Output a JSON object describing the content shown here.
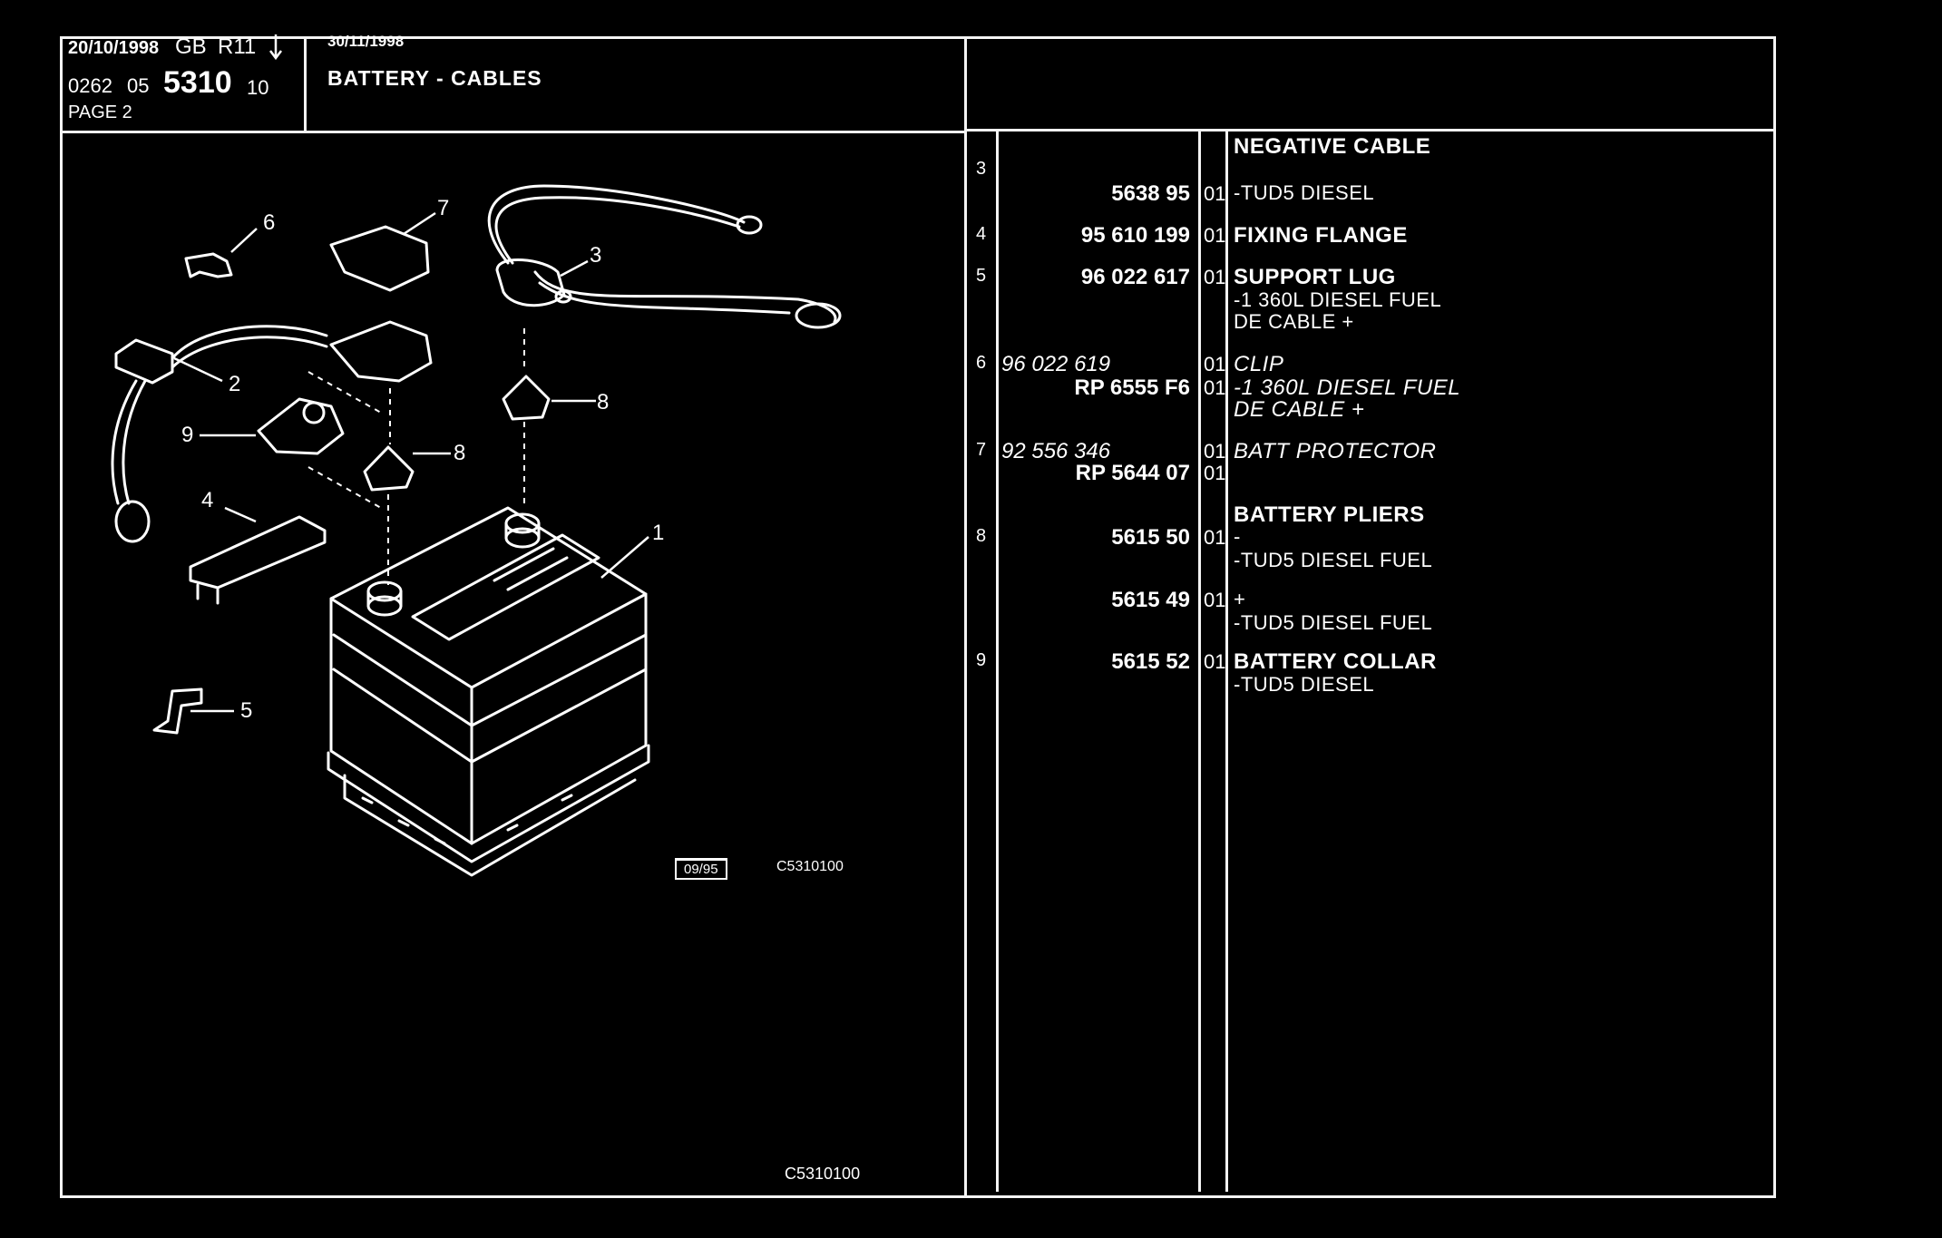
{
  "header": {
    "date1": "20/10/1998",
    "lang": "GB",
    "model": "R11",
    "arrow": "arrow-down-icon",
    "code_a": "0262",
    "code_b": "05",
    "group": "5310",
    "code_c": "10",
    "page": "PAGE 2",
    "date2": "30/11/1998",
    "title": "BATTERY - CABLES"
  },
  "diagram": {
    "callouts": [
      "1",
      "2",
      "3",
      "4",
      "5",
      "6",
      "7",
      "8",
      "8",
      "9"
    ],
    "date_box": "09/95",
    "ref_code": "C5310100",
    "footer_code": "C5310100"
  },
  "parts": [
    {
      "ref": "3",
      "lines": [
        {
          "pn": "",
          "qty": "",
          "desc": "NEGATIVE CABLE",
          "style": "bold"
        },
        {
          "pn": "5638 95",
          "qty": "01",
          "desc": "-TUD5 DIESEL",
          "style": "sub"
        }
      ]
    },
    {
      "ref": "4",
      "lines": [
        {
          "pn": "95 610 199",
          "qty": "01",
          "desc": "FIXING FLANGE",
          "style": "bold"
        }
      ]
    },
    {
      "ref": "5",
      "lines": [
        {
          "pn": "96 022 617",
          "qty": "01",
          "desc": "SUPPORT LUG",
          "style": "bold"
        },
        {
          "pn": "",
          "qty": "",
          "desc": "-1 360L DIESEL FUEL",
          "style": "sub"
        },
        {
          "pn": "",
          "qty": "",
          "desc": "DE CABLE +",
          "style": "sub"
        }
      ]
    },
    {
      "ref": "6",
      "lines": [
        {
          "pn": "96 022 619",
          "qty": "01",
          "desc": "CLIP",
          "style": "italic",
          "pn_italic": true
        },
        {
          "pn": "RP  6555 F6",
          "qty": "01",
          "desc": "-1 360L DIESEL FUEL",
          "style": "italic"
        },
        {
          "pn": "",
          "qty": "",
          "desc": "DE CABLE +",
          "style": "italic"
        }
      ]
    },
    {
      "ref": "7",
      "lines": [
        {
          "pn": "92 556 346",
          "qty": "01",
          "desc": "BATT PROTECTOR",
          "style": "italic",
          "pn_italic": true
        },
        {
          "pn": "RP  5644 07",
          "qty": "01",
          "desc": "",
          "style": "bold"
        }
      ]
    },
    {
      "ref": "",
      "lines": [
        {
          "pn": "",
          "qty": "",
          "desc": "BATTERY PLIERS",
          "style": "bold"
        }
      ]
    },
    {
      "ref": "8",
      "lines": [
        {
          "pn": "5615 50",
          "qty": "01",
          "desc": "-",
          "style": "sub"
        },
        {
          "pn": "",
          "qty": "",
          "desc": "-TUD5 DIESEL FUEL",
          "style": "sub"
        }
      ]
    },
    {
      "ref": "",
      "lines": [
        {
          "pn": "5615 49",
          "qty": "01",
          "desc": "+",
          "style": "sub"
        },
        {
          "pn": "",
          "qty": "",
          "desc": "-TUD5 DIESEL FUEL",
          "style": "sub"
        }
      ]
    },
    {
      "ref": "9",
      "lines": [
        {
          "pn": "5615 52",
          "qty": "01",
          "desc": "BATTERY COLLAR",
          "style": "bold"
        },
        {
          "pn": "",
          "qty": "",
          "desc": "-TUD5 DIESEL",
          "style": "sub"
        }
      ]
    }
  ]
}
